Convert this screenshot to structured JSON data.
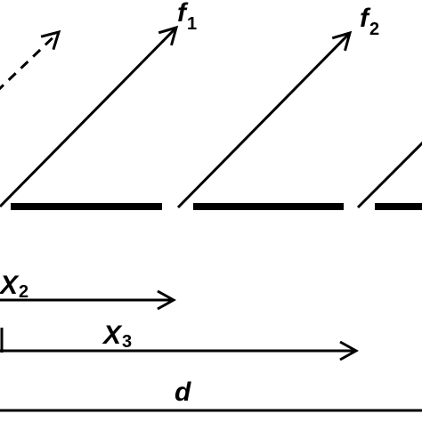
{
  "diagram": {
    "stroke_color": "#000000",
    "background_color": "#ffffff",
    "labels": {
      "f1_main": "f",
      "f1_sub": "1",
      "f2_main": "f",
      "f2_sub": "2",
      "x2_main": "X",
      "x2_sub": "2",
      "x3_main": "X",
      "x3_sub": "3",
      "d": "d"
    }
  }
}
